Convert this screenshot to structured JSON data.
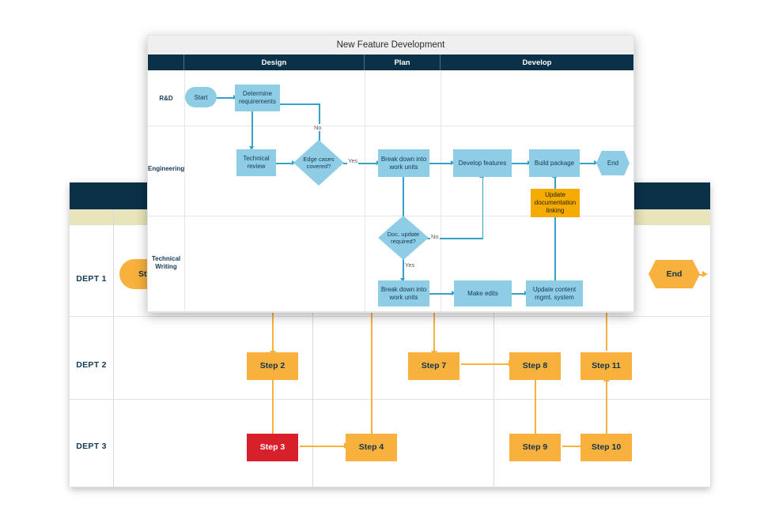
{
  "back_diagram": {
    "name": "departmental-swimlane-flowchart",
    "header_navy_color": "#0b3149",
    "header_cream_color": "#e8e4bb",
    "accent_color": "#f8b13c",
    "alert_color": "#d8202a",
    "lanes": [
      {
        "label": "DEPT 1"
      },
      {
        "label": "DEPT 2"
      },
      {
        "label": "DEPT 3"
      }
    ],
    "nodes": [
      {
        "id": "start",
        "label": "Start",
        "shape": "rounded",
        "lane": "DEPT 1",
        "color": "#f8b13c"
      },
      {
        "id": "step2",
        "label": "Step 2",
        "shape": "rect",
        "lane": "DEPT 2",
        "color": "#f8b13c"
      },
      {
        "id": "step7",
        "label": "Step 7",
        "shape": "rect",
        "lane": "DEPT 2",
        "color": "#f8b13c"
      },
      {
        "id": "step8",
        "label": "Step 8",
        "shape": "rect",
        "lane": "DEPT 2",
        "color": "#f8b13c"
      },
      {
        "id": "step11",
        "label": "Step 11",
        "shape": "rect",
        "lane": "DEPT 2",
        "color": "#f8b13c"
      },
      {
        "id": "step3",
        "label": "Step 3",
        "shape": "rect",
        "lane": "DEPT 3",
        "color": "#d8202a"
      },
      {
        "id": "step4",
        "label": "Step 4",
        "shape": "rect",
        "lane": "DEPT 3",
        "color": "#f8b13c"
      },
      {
        "id": "step9",
        "label": "Step 9",
        "shape": "rect",
        "lane": "DEPT 3",
        "color": "#f8b13c"
      },
      {
        "id": "step10",
        "label": "Step 10",
        "shape": "rect",
        "lane": "DEPT 3",
        "color": "#f8b13c"
      },
      {
        "id": "end",
        "label": "End",
        "shape": "hexagon",
        "lane": "DEPT 1",
        "color": "#f8b13c"
      }
    ]
  },
  "front_diagram": {
    "title": "New Feature Development",
    "title_bar_color": "#efefef",
    "header_color": "#0b3149",
    "shape_color": "#8ecde5",
    "highlight_color": "#f5ab00",
    "connector_color": "#34a3ca",
    "columns": [
      {
        "label": ""
      },
      {
        "label": "Design"
      },
      {
        "label": "Plan"
      },
      {
        "label": "Develop"
      }
    ],
    "lanes": [
      {
        "label": "R&D"
      },
      {
        "label": "Engineering"
      },
      {
        "label": "Technical Writing",
        "line1": "Technical",
        "line2": "Writing"
      }
    ],
    "nodes": [
      {
        "id": "start",
        "label": "Start",
        "shape": "rounded",
        "lane": "R&D",
        "column": "Design"
      },
      {
        "id": "determine",
        "label": "Determine requirements",
        "shape": "rect",
        "lane": "R&D",
        "column": "Design",
        "line1": "Determine",
        "line2": "requirements"
      },
      {
        "id": "techreview",
        "label": "Technical review",
        "shape": "rect",
        "lane": "Engineering",
        "column": "Design",
        "line1": "Technical",
        "line2": "review"
      },
      {
        "id": "edgecases",
        "label": "Edge cases covered?",
        "shape": "diamond",
        "lane": "Engineering",
        "column": "Design",
        "line1": "Edge cases",
        "line2": "covered?"
      },
      {
        "id": "breakdown1",
        "label": "Break down into work units",
        "shape": "rect",
        "lane": "Engineering",
        "column": "Plan",
        "line1": "Break down into",
        "line2": "work units"
      },
      {
        "id": "develop",
        "label": "Develop features",
        "shape": "rect",
        "lane": "Engineering",
        "column": "Develop"
      },
      {
        "id": "buildpkg",
        "label": "Build package",
        "shape": "rect",
        "lane": "Engineering",
        "column": "Develop"
      },
      {
        "id": "end",
        "label": "End",
        "shape": "hexagon",
        "lane": "Engineering",
        "column": "Develop"
      },
      {
        "id": "updatedoc",
        "label": "Update documentation linking",
        "shape": "rect",
        "lane": "Engineering",
        "column": "Develop",
        "line1": "Update",
        "line2": "documentation",
        "line3": "linking",
        "highlight": true
      },
      {
        "id": "docupdate",
        "label": "Doc. update required?",
        "shape": "diamond",
        "lane": "Technical Writing",
        "column": "Plan",
        "line1": "Doc. update",
        "line2": "required?"
      },
      {
        "id": "breakdown2",
        "label": "Break down into work units",
        "shape": "rect",
        "lane": "Technical Writing",
        "column": "Plan",
        "line1": "Break down into",
        "line2": "work units"
      },
      {
        "id": "makeedits",
        "label": "Make edits",
        "shape": "rect",
        "lane": "Technical Writing",
        "column": "Develop"
      },
      {
        "id": "updatecms",
        "label": "Update content mgmt. system",
        "shape": "rect",
        "lane": "Technical Writing",
        "column": "Develop",
        "line1": "Update content",
        "line2": "mgmt. system"
      }
    ],
    "edge_labels": {
      "no_edgecases": "No",
      "yes_edgecases": "Yes",
      "no_docupdate": "No",
      "yes_docupdate": "Yes"
    }
  }
}
